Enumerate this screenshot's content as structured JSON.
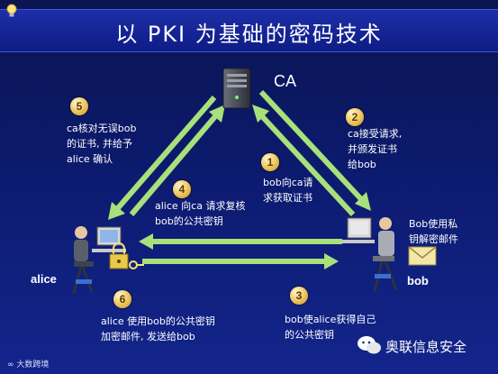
{
  "title": "以 PKI 为基础的密码技术",
  "nodes": {
    "ca": "CA",
    "alice": "alice",
    "bob": "bob"
  },
  "steps": [
    {
      "num": "1",
      "text": [
        "bob向ca请",
        "求获取证书"
      ]
    },
    {
      "num": "2",
      "text": [
        "ca接受请求,",
        "并颁发证书",
        "给bob"
      ]
    },
    {
      "num": "3",
      "text": [
        "bob使alice获得自己",
        "的公共密钥"
      ]
    },
    {
      "num": "4",
      "text": [
        "alice 向ca 请求复核",
        "bob的公共密钥"
      ]
    },
    {
      "num": "5",
      "text": [
        "ca核对无误bob",
        "的证书, 并给予",
        "alice 确认"
      ]
    },
    {
      "num": "6",
      "text": [
        "alice 使用bob的公共密钥",
        "加密邮件, 发送给bob"
      ]
    }
  ],
  "bob_note": [
    "Bob使用私",
    "钥解密邮件"
  ],
  "watermark": "奥联信息安全",
  "corner_logo": "大数跨境",
  "colors": {
    "background": "#0c1a6e",
    "arrow": "#a8e07a",
    "badge": "#f2cc6a"
  }
}
